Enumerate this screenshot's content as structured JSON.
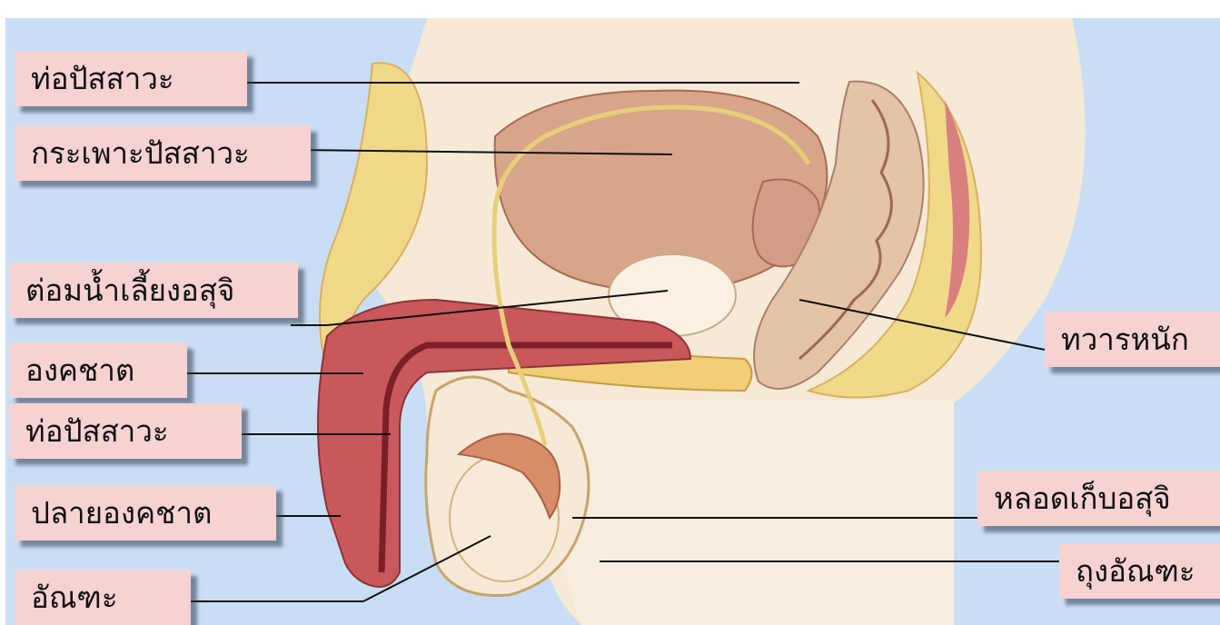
{
  "labels": {
    "urethra_top": "ท่อปัสสาวะ",
    "bladder": "กระเพาะปัสสาวะ",
    "seminal_vesicle": "ต่อมน้ำเลี้ยงอสุจิ",
    "penis": "องคชาต",
    "urethra_lower": "ท่อปัสสาวะ",
    "glans": "ปลายองคชาต",
    "testis": "อัณฑะ",
    "rectum": "ทวารหนัก",
    "epididymis": "หลอดเก็บอสุจิ",
    "scrotum": "ถุงอัณฑะ"
  },
  "colors": {
    "background": "#c9def5",
    "label_fill": "#f6d2d2",
    "skin": "#f4e6cf",
    "bladder": "#d9a58a",
    "penis_tissue": "#c8585c",
    "fat_yellow": "#f1d98a",
    "leader_line": "#111111"
  }
}
